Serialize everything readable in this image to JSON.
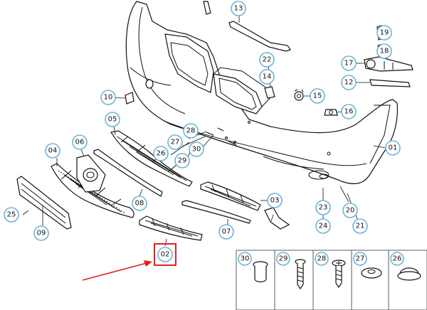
{
  "diagram": {
    "callouts": [
      {
        "id": "c01",
        "label": "01"
      },
      {
        "id": "c02",
        "label": "02"
      },
      {
        "id": "c03",
        "label": "03"
      },
      {
        "id": "c04",
        "label": "04"
      },
      {
        "id": "c05",
        "label": "05"
      },
      {
        "id": "c06",
        "label": "06"
      },
      {
        "id": "c07",
        "label": "07"
      },
      {
        "id": "c08",
        "label": "08"
      },
      {
        "id": "c09",
        "label": "09"
      },
      {
        "id": "c10",
        "label": "10"
      },
      {
        "id": "c12",
        "label": "12"
      },
      {
        "id": "c13",
        "label": "13"
      },
      {
        "id": "c14",
        "label": "14"
      },
      {
        "id": "c15",
        "label": "15"
      },
      {
        "id": "c16",
        "label": "16"
      },
      {
        "id": "c17",
        "label": "17"
      },
      {
        "id": "c18",
        "label": "18"
      },
      {
        "id": "c19",
        "label": "19"
      },
      {
        "id": "c20",
        "label": "20"
      },
      {
        "id": "c21",
        "label": "21"
      },
      {
        "id": "c22",
        "label": "22"
      },
      {
        "id": "c23",
        "label": "23"
      },
      {
        "id": "c24",
        "label": "24"
      },
      {
        "id": "c25",
        "label": "25"
      },
      {
        "id": "c26",
        "label": "26"
      },
      {
        "id": "c27",
        "label": "27"
      },
      {
        "id": "c28",
        "label": "28"
      },
      {
        "id": "c29",
        "label": "29"
      },
      {
        "id": "c30",
        "label": "30"
      }
    ],
    "legend": [
      {
        "id": "l30",
        "label": "30"
      },
      {
        "id": "l29",
        "label": "29"
      },
      {
        "id": "l28",
        "label": "28"
      },
      {
        "id": "l27",
        "label": "27"
      },
      {
        "id": "l26",
        "label": "26"
      }
    ],
    "highlighted": "02",
    "colors": {
      "callout_ring": "#6fb3d6",
      "highlight": "#e02020",
      "arrow": "#e02020"
    }
  }
}
